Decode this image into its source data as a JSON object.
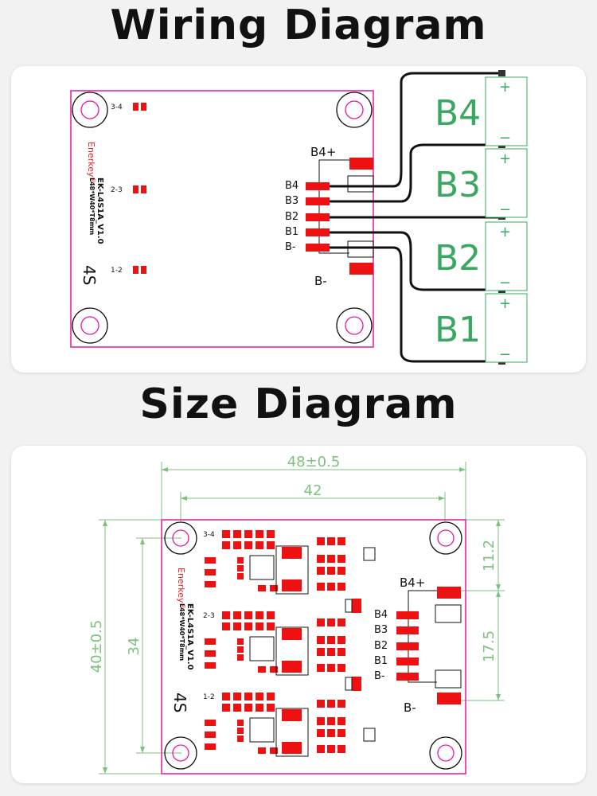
{
  "titles": {
    "wiring": "Wiring Diagram",
    "size": "Size Diagram"
  },
  "board": {
    "brand": "Enerkey",
    "brand_mark": "®",
    "model": "EK-L4S1A_V1.0",
    "dims_text": "L48*W40*T8mm",
    "series": "4S",
    "cell_labels": [
      "3-4",
      "2-3",
      "1-2"
    ]
  },
  "connector": {
    "top_label": "B4+",
    "bottom_label": "B-",
    "pins": [
      "B4",
      "B3",
      "B2",
      "B1",
      "B-"
    ]
  },
  "batteries": [
    {
      "name": "B4",
      "plus": "+",
      "minus": "−"
    },
    {
      "name": "B3",
      "plus": "+",
      "minus": "−"
    },
    {
      "name": "B2",
      "plus": "+",
      "minus": "−"
    },
    {
      "name": "B1",
      "plus": "+",
      "minus": "−"
    }
  ],
  "dimensions": {
    "outer_width": "48±0.5",
    "hole_width": "42",
    "outer_height": "40±0.5",
    "hole_height": "34",
    "top_offset": "11.2",
    "connector_span": "17.5"
  },
  "colors": {
    "pcb_outline": "#e8179b",
    "pad_red": "#ee1111",
    "battery_green": "#3aa860",
    "dim_green": "#7cc27d",
    "wire": "#111111"
  }
}
